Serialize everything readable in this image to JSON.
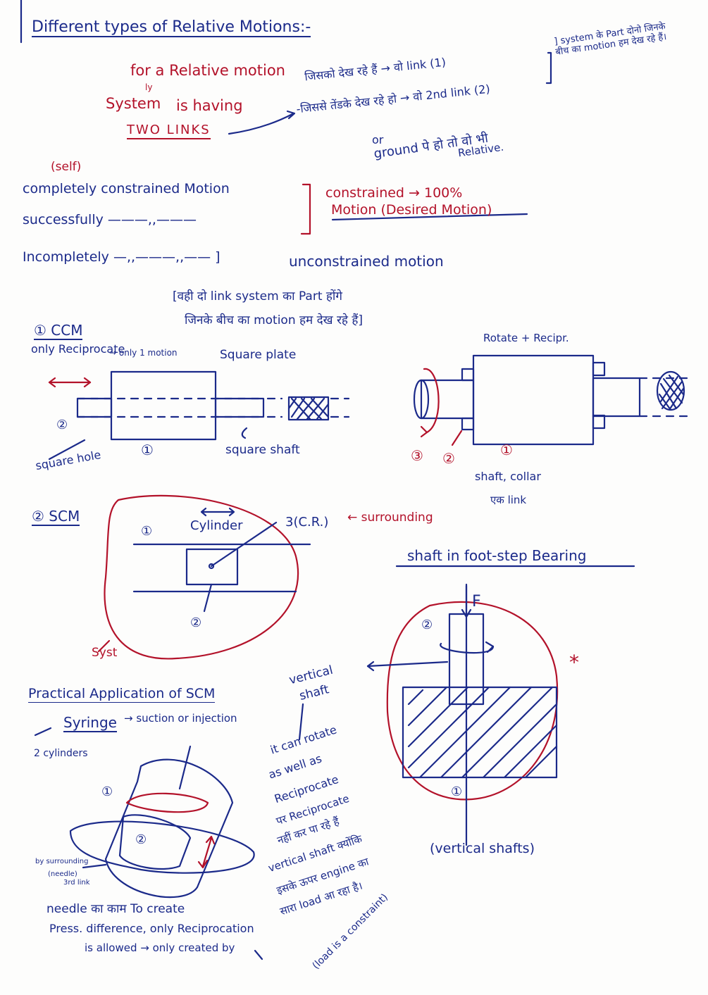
{
  "heading": {
    "title": "Different types of Relative Motions:-"
  },
  "intro": {
    "line1": "for a Relative motion",
    "line2a": "System",
    "line2b": "is having",
    "line2_sup": "ly",
    "line3": "TWO LINKS",
    "hindi1": "जिसको देख रहे हैं → वो link (1)",
    "hindi2": "-जिससे तेंडके देख रहे हो → वो 2nd link (2)",
    "side_note": "] system के Part दोनो जिनके बीच का motion हम देख रहे हैं।",
    "ground1": "or",
    "ground2": "ground पे हो तो वो भी",
    "ground3": "Relative."
  },
  "motions": {
    "self_note": "(self)",
    "item1": "completely constrained Motion",
    "item2": "successfully ———,,———",
    "item3": "Incompletely —,,———,,—— ]",
    "constrained": "constrained → 100%",
    "desired": "Motion (Desired Motion)",
    "unconstrained": "unconstrained motion",
    "link_note1": "[वही दो link system का Part होंगे",
    "link_note2": "जिनके बीच का motion हम देख रहे हैं]"
  },
  "ccm": {
    "title": "① CCM",
    "only_recip": "only Reciprocate",
    "only_one": "→ only 1 motion",
    "square_plate": "Square plate",
    "square_hole": "square hole",
    "square_shaft": "square shaft",
    "num1": "①",
    "num2": "②",
    "rotate_recip": "Rotate + Recipr.",
    "num3": "③",
    "shaft_collar": "shaft, collar",
    "ek_link": "एक link"
  },
  "scm": {
    "title": "② SCM",
    "cylinder": "Cylinder",
    "cr": "3(C.R.)",
    "surrounding": "← surrounding",
    "num1": "①",
    "num2": "②",
    "syst": "Syst"
  },
  "foot_step": {
    "title": "shaft in foot-step Bearing",
    "force": "F",
    "num2": "②",
    "num1": "①",
    "star": "*",
    "vertical_shafts": "(vertical shafts)"
  },
  "practical": {
    "title": "Practical Application of SCM",
    "syringe": "Syringe",
    "suction": "→ suction or injection",
    "cylinders": "2 cylinders",
    "num1": "①",
    "num2": "②",
    "by_surr": "by surrounding",
    "needle": "(needle)",
    "third_link": "3rd link",
    "needle_work1": "needle का काम To create",
    "needle_work2": "Press. difference, only Reciprocation",
    "needle_work3": "is allowed → only created by"
  },
  "vertical": {
    "label1": "vertical",
    "label2": "shaft",
    "n1": "it can rotate",
    "n2": "as well as",
    "n3": "Reciprocate",
    "n4": "पर Reciprocate",
    "n5": "नहीं कर पा रहे हैं",
    "n6": "vertical shaft क्योंकि",
    "n7": "इसके ऊपर engine का",
    "n8": "सारा load आ रहा है।",
    "n9": "(load is a constraint)"
  },
  "colors": {
    "ink_blue": "#1b2a8a",
    "ink_red": "#b3122a"
  }
}
